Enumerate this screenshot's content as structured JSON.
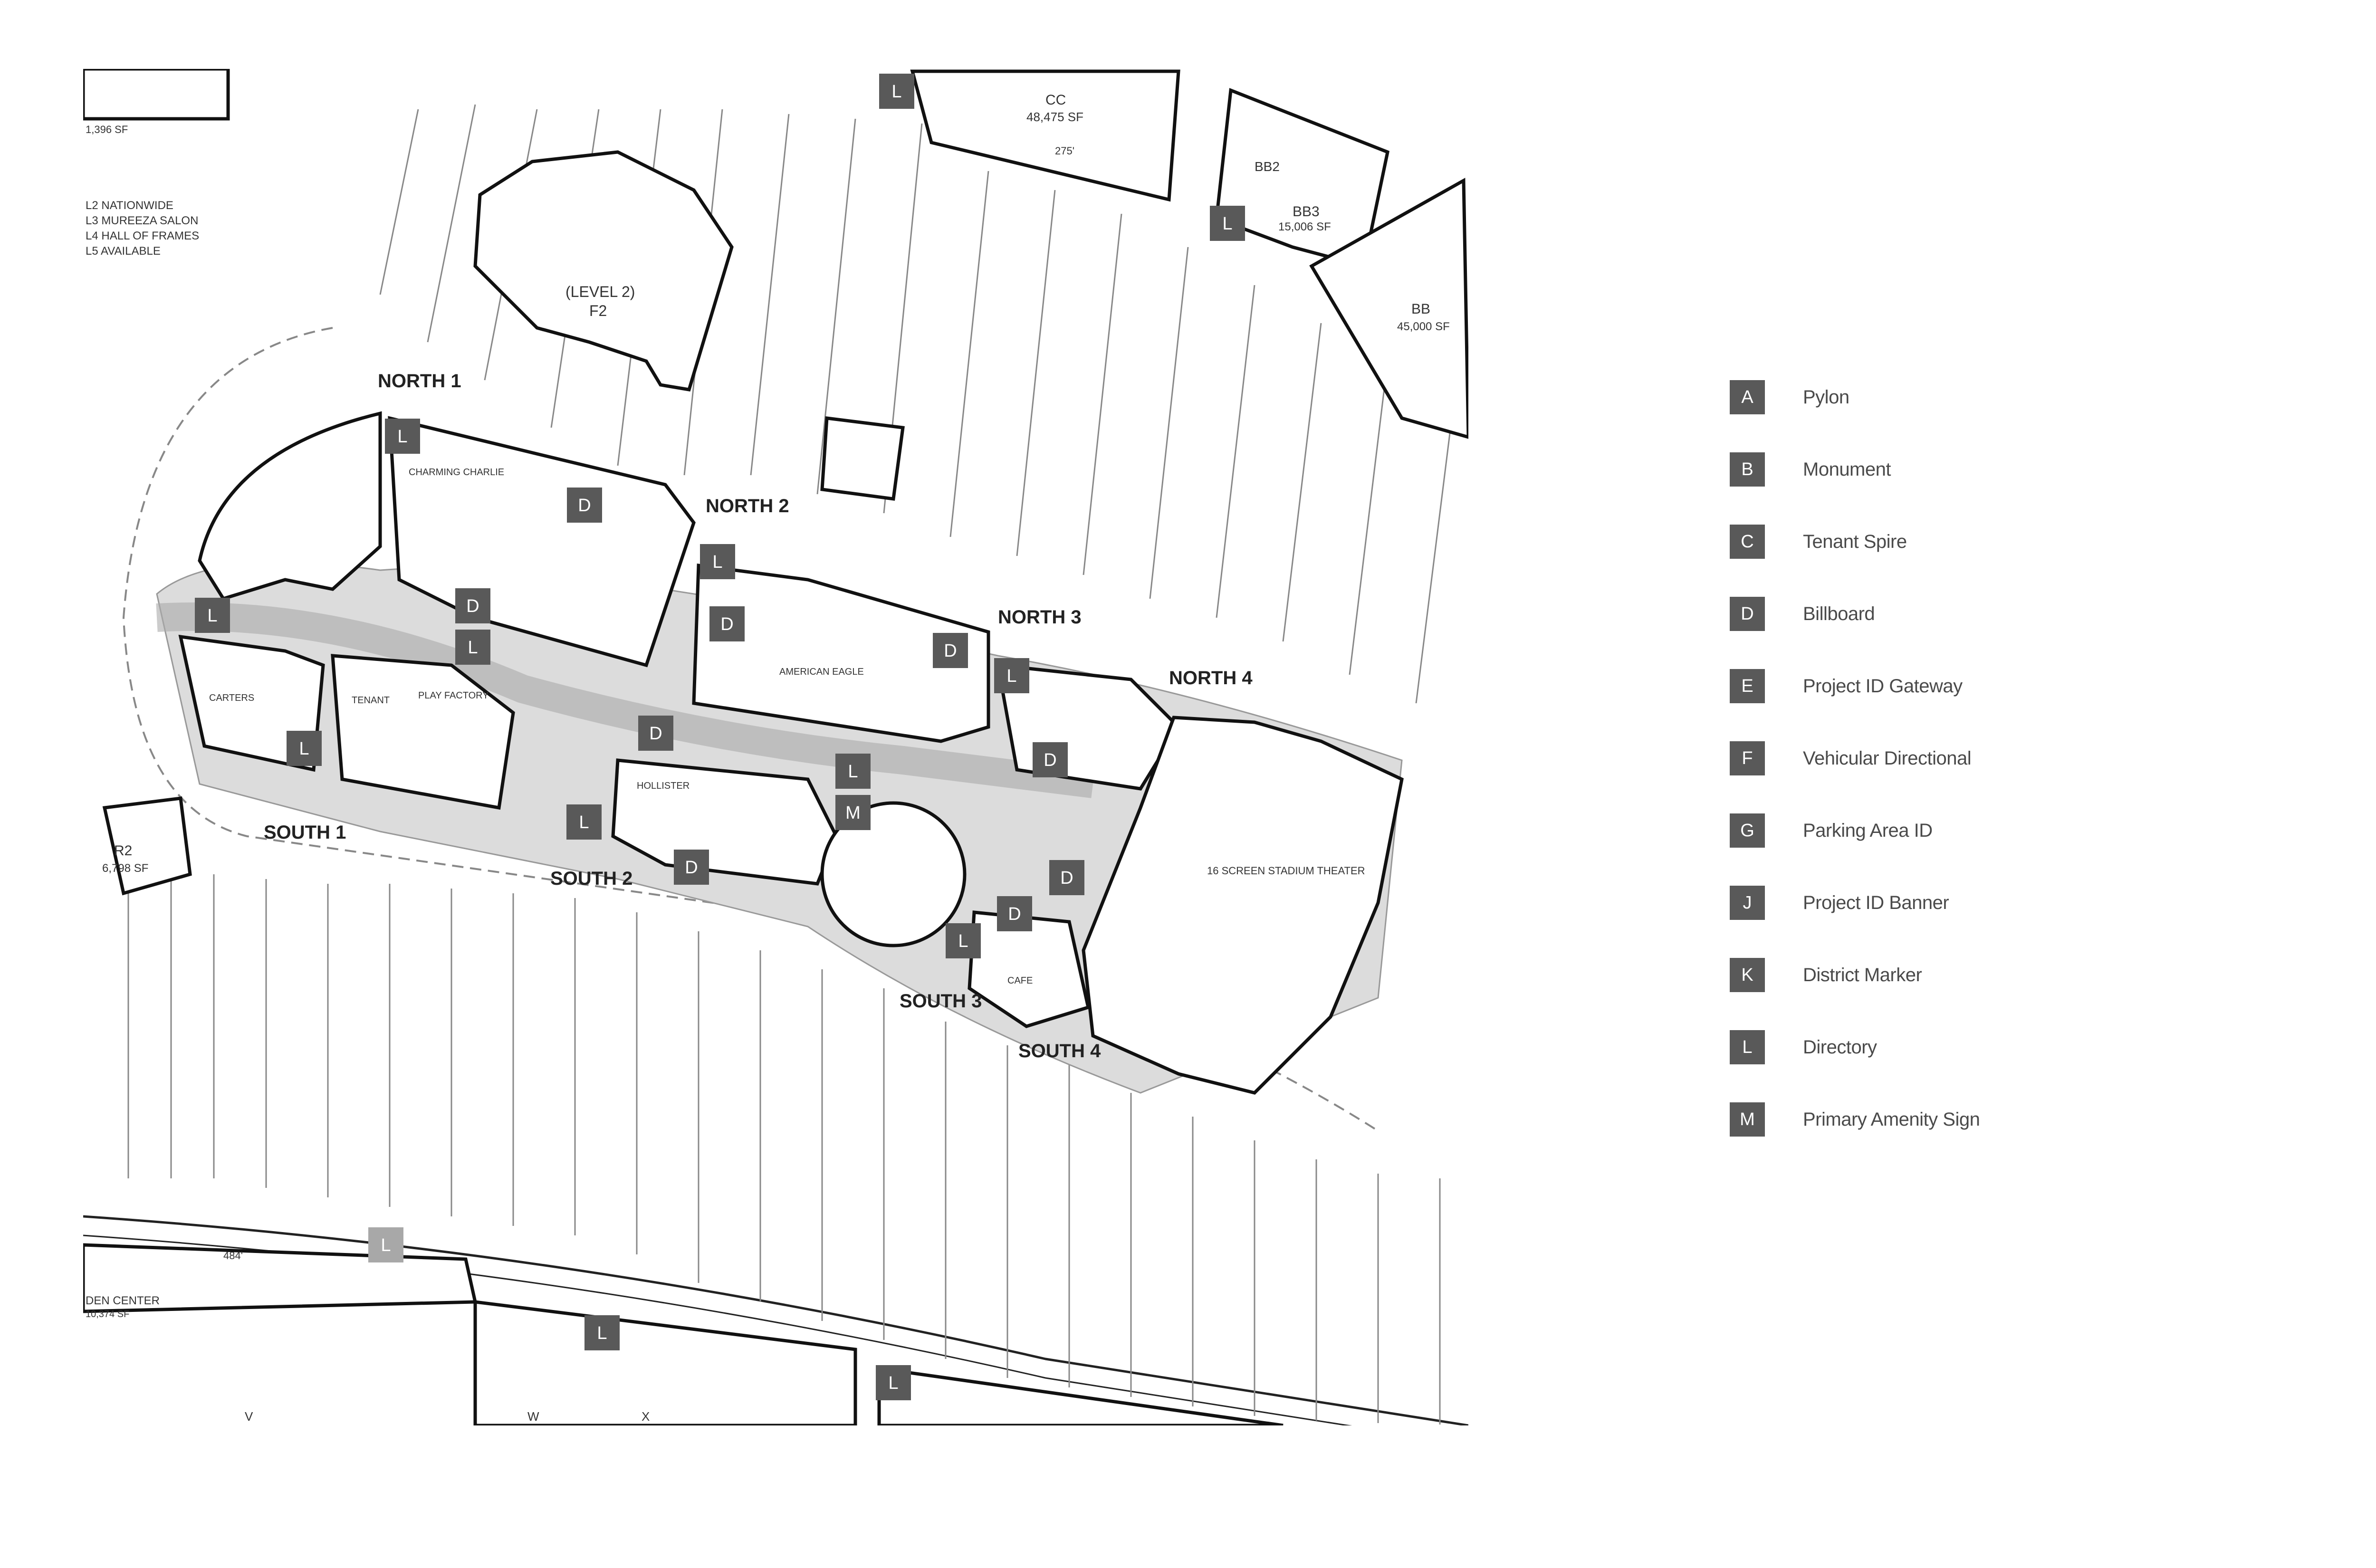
{
  "colors": {
    "sign": "#595959",
    "sign_faded": "#a8a8a8",
    "linework": "#222222",
    "paving": "#dcdcdc"
  },
  "zones": {
    "north1": "NORTH 1",
    "north2": "NORTH 2",
    "north3": "NORTH 3",
    "north4": "NORTH 4",
    "south1": "SOUTH 1",
    "south2": "SOUTH 2",
    "south3": "SOUTH 3",
    "south4": "SOUTH 4"
  },
  "plan_labels": {
    "cc": "CC",
    "cc_sf": "48,475 SF",
    "bb3": "BB3",
    "bb3_sf": "15,006 SF",
    "bb": "BB",
    "bb_sf": "45,000 SF",
    "bb2": "BB2",
    "r2": "R2",
    "r2_sf": "6,798 SF",
    "level2": "(LEVEL 2)",
    "f2": "F2",
    "theater": "16 SCREEN STADIUM THEATER",
    "den_center": "DEN CENTER",
    "den_sf": "10,374 SF",
    "dim_484": "484'",
    "dim_275": "275'",
    "lot_v": "V",
    "lot_w": "W",
    "lot_x": "X",
    "tenant_note_1": "L2 NATIONWIDE",
    "tenant_note_2": "L3 MUREEZA SALON",
    "tenant_note_3": "L4 HALL OF FRAMES",
    "tenant_note_4": "L5 AVAILABLE",
    "carters": "CARTERS",
    "tenant": "TENANT",
    "play_factory": "PLAY FACTORY",
    "hollister": "HOLLISTER",
    "american_eagle": "AMERICAN EAGLE",
    "cafe": "CAFE",
    "charming_charlie": "CHARMING CHARLIE",
    "lot_1396": "1,396 SF"
  },
  "signs": [
    {
      "letter": "L"
    },
    {
      "letter": "L"
    },
    {
      "letter": "L"
    },
    {
      "letter": "L"
    },
    {
      "letter": "L"
    },
    {
      "letter": "L"
    },
    {
      "letter": "L"
    },
    {
      "letter": "L"
    },
    {
      "letter": "L"
    },
    {
      "letter": "L"
    },
    {
      "letter": "L"
    },
    {
      "letter": "L"
    },
    {
      "letter": "L"
    },
    {
      "letter": "L"
    },
    {
      "letter": "D"
    },
    {
      "letter": "D"
    },
    {
      "letter": "D"
    },
    {
      "letter": "D"
    },
    {
      "letter": "D"
    },
    {
      "letter": "D"
    },
    {
      "letter": "D"
    },
    {
      "letter": "D"
    },
    {
      "letter": "D"
    },
    {
      "letter": "M"
    }
  ],
  "legend": [
    {
      "letter": "A",
      "label": "Pylon"
    },
    {
      "letter": "B",
      "label": "Monument"
    },
    {
      "letter": "C",
      "label": "Tenant Spire"
    },
    {
      "letter": "D",
      "label": "Billboard"
    },
    {
      "letter": "E",
      "label": "Project ID Gateway"
    },
    {
      "letter": "F",
      "label": "Vehicular Directional"
    },
    {
      "letter": "G",
      "label": "Parking Area ID"
    },
    {
      "letter": "J",
      "label": "Project ID Banner"
    },
    {
      "letter": "K",
      "label": "District Marker"
    },
    {
      "letter": "L",
      "label": "Directory"
    },
    {
      "letter": "M",
      "label": "Primary Amenity Sign"
    }
  ]
}
